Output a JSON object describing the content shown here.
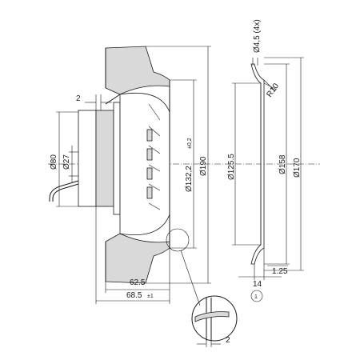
{
  "dimensions": {
    "gap_2_top": "2",
    "dia_80": "Ø80",
    "dia_27": "Ø27",
    "dia_132_2": "Ø132,2",
    "tol_132_2": "±0,2",
    "dia_190": "Ø190",
    "len_62_5": "62.5",
    "len_68_5": "68.5",
    "tol_68_5": "±1",
    "hole_4_5": "Ø4,5 (4x)",
    "radius_r10": "R10",
    "dia_125_5": "Ø125.5",
    "dia_158": "Ø158",
    "dia_170": "Ø170",
    "len_14": "14",
    "len_1_25": "1.25",
    "detail_2": "2",
    "detail_marker": "1"
  }
}
